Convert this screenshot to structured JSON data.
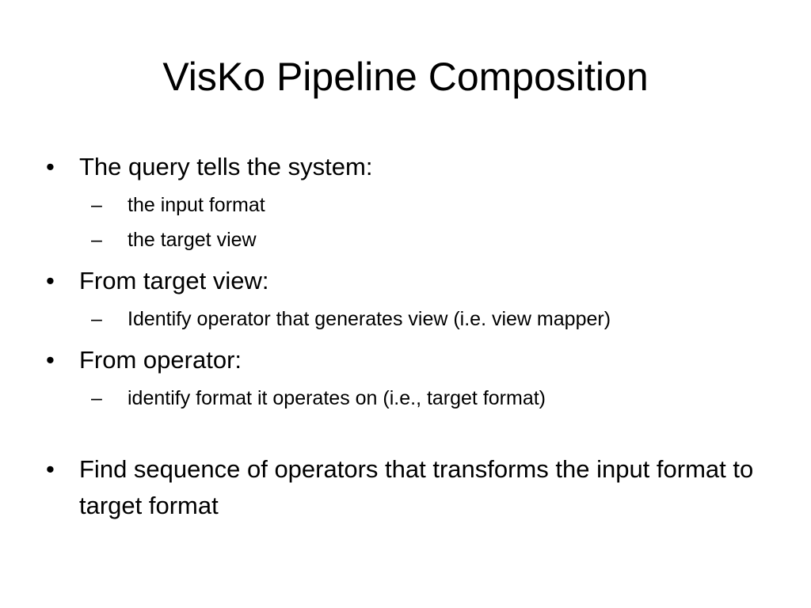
{
  "slide": {
    "title": "VisKo Pipeline Composition",
    "bullets": [
      {
        "marker": "•",
        "text": "The query tells the system:",
        "subs": [
          {
            "marker": "–",
            "text": "the input format"
          },
          {
            "marker": "–",
            "text": "the target view"
          }
        ]
      },
      {
        "marker": "•",
        "text": "From target view:",
        "subs": [
          {
            "marker": "–",
            "text": "Identify operator that generates view (i.e. view mapper)"
          }
        ]
      },
      {
        "marker": "•",
        "text": "From operator:",
        "subs": [
          {
            "marker": "–",
            "text": "identify format it operates on (i.e., target format)"
          }
        ]
      },
      {
        "marker": "•",
        "text": "Find sequence of operators that transforms the input format to target format",
        "subs": []
      }
    ]
  }
}
